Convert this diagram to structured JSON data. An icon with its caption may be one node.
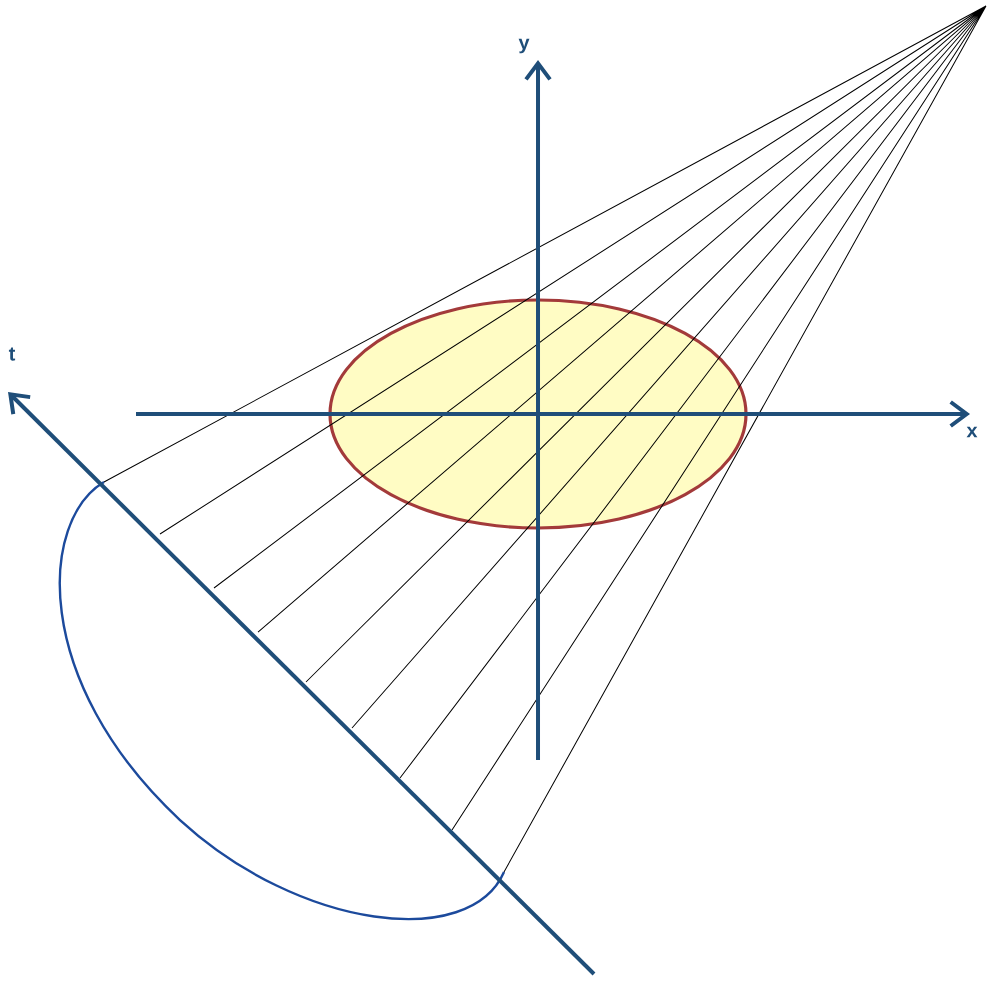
{
  "diagram": {
    "labels": [
      "y",
      "x",
      "t"
    ]
  }
}
